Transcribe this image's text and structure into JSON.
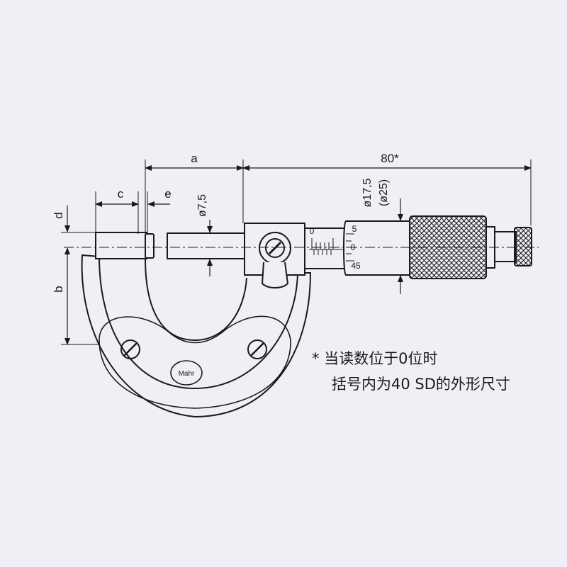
{
  "dimensions": {
    "a": "a",
    "c": "c",
    "e": "e",
    "d": "d",
    "b": "b",
    "length": "80*",
    "spindle_diameter": "ø7,5",
    "thimble_diameter": "ø17,5",
    "thimble_diameter_alt": "(ø25)"
  },
  "scale": {
    "zero": "0",
    "five": "5",
    "thimble_zero": "0",
    "forty_five": "45"
  },
  "logo": "Mahr",
  "footnote": {
    "line1": "* 当读数位于0位时",
    "line2": "括号内为40 SD的外形尺寸"
  },
  "colors": {
    "line": "#1a1a1a",
    "background": "#eef0f5"
  }
}
